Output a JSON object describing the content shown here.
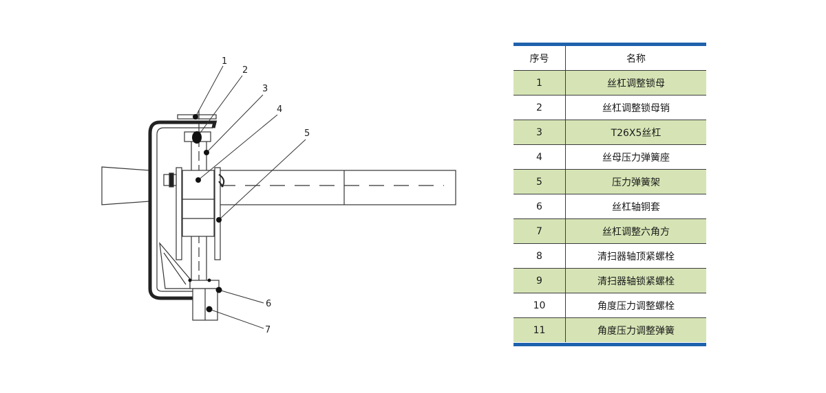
{
  "table": {
    "headers": {
      "no": "序号",
      "name": "名称"
    },
    "rows": [
      {
        "no": "1",
        "name": "丝杠调整锁母"
      },
      {
        "no": "2",
        "name": "丝杠调整锁母销"
      },
      {
        "no": "3",
        "name": "T26X5丝杠"
      },
      {
        "no": "4",
        "name": "丝母压力弹簧座"
      },
      {
        "no": "5",
        "name": "压力弹簧架"
      },
      {
        "no": "6",
        "name": "丝杠轴铜套"
      },
      {
        "no": "7",
        "name": "丝杠调整六角方"
      },
      {
        "no": "8",
        "name": "清扫器轴顶紧螺栓"
      },
      {
        "no": "9",
        "name": "清扫器轴锁紧螺栓"
      },
      {
        "no": "10",
        "name": "角度压力调整螺栓"
      },
      {
        "no": "11",
        "name": "角度压力调整弹簧"
      }
    ],
    "colors": {
      "header_bar": "#1e62ad",
      "shaded_row": "#d6e4b5",
      "plain_row": "#ffffff"
    }
  },
  "diagram": {
    "callouts": [
      "1",
      "2",
      "3",
      "4",
      "5",
      "6",
      "7"
    ]
  }
}
